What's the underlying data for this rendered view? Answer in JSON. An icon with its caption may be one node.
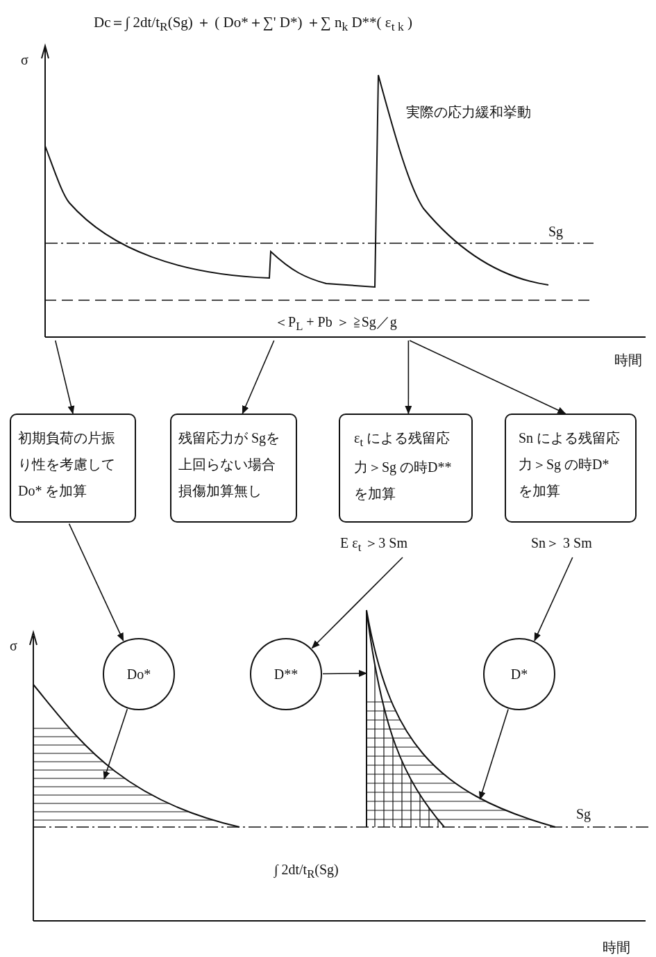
{
  "diagram": {
    "title": "Dc＝∫ 2dt/t$_{R}$(Sg) ＋ ( Do*＋∑' D*) ＋∑ n$_{k}$ D**( ε$_{t k}$ )",
    "nodes": [
      {
        "text": [],
        "shape": "picture"
      },
      {
        "text": [
          "初期負荷の片振り性を考慮してDo* を加算"
        ]
      },
      {
        "text": [
          "残留応力が Sgを上回らない場合損傷加算無し"
        ]
      },
      {
        "text": [
          "ε$_{t}$ による残留応力＞Sg の時D** を加算"
        ]
      },
      {
        "text": [
          "Sn による残留応力＞Sg の時D* を加算"
        ]
      },
      {
        "text": [
          "E ε$_{t}$ ＞3 Sm"
        ]
      },
      {
        "text": [
          "Sn＞ 3 Sm"
        ]
      },
      {
        "text": [
          "Do*"
        ]
      },
      {
        "text": [
          "D**"
        ]
      },
      {
        "text": [
          "D*"
        ]
      },
      {
        "text": [],
        "shape": "picture"
      },
      {
        "text": [],
        "shape": "picture"
      },
      {
        "text": [],
        "shape": "picture"
      }
    ],
    "edges": [
      {
        "from": 0,
        "to": 1,
        "arrow": "to"
      },
      {
        "from": 0,
        "to": 2,
        "arrow": "to"
      },
      {
        "from": 0,
        "to": 3,
        "arrow": "to"
      },
      {
        "from": 0,
        "to": 4,
        "arrow": "to"
      },
      {
        "from": 1,
        "to": 7,
        "arrow": "to"
      },
      {
        "from": 5,
        "to": 8,
        "arrow": "to"
      },
      {
        "from": 6,
        "to": 9,
        "arrow": "to"
      },
      {
        "from": 8,
        "to": 11,
        "arrow": "to"
      },
      {
        "from": 7,
        "to": 10,
        "arrow": "to"
      },
      {
        "from": 9,
        "to": 12,
        "arrow": "to"
      }
    ],
    "labels": [
      "σ",
      "実際の応力緩和挙動",
      "Sg",
      "＜P$_{L}$ + Pb ＞ ≧Sg／g",
      "時間",
      "σ",
      "Sg",
      "∫ 2dt/t$_{R}$(Sg)",
      "時間"
    ]
  }
}
